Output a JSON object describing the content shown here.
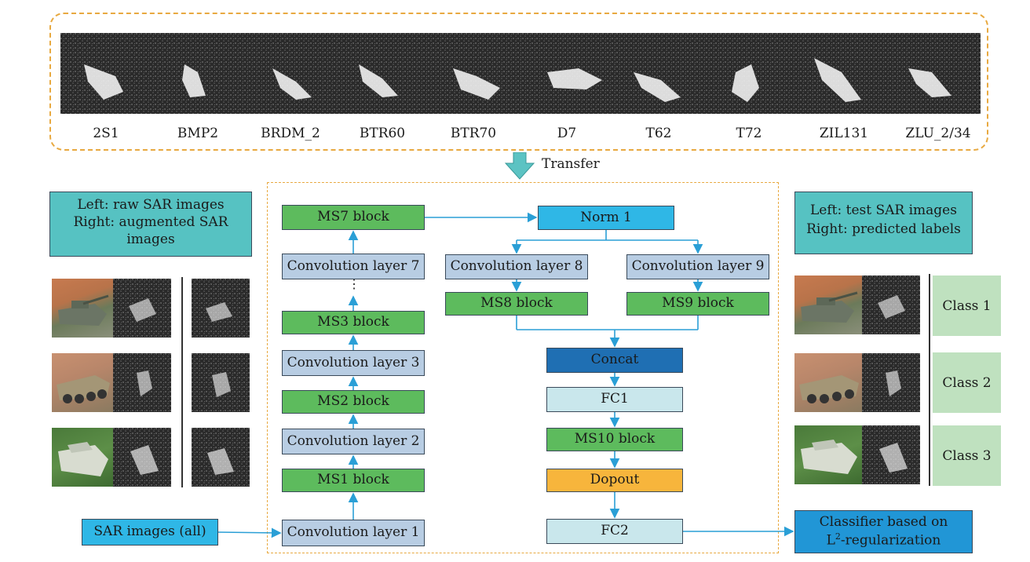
{
  "dataset": {
    "classes": [
      "2S1",
      "BMP2",
      "BRDM_2",
      "BTR60",
      "BTR70",
      "D7",
      "T62",
      "T72",
      "ZIL131",
      "ZLU_2/34"
    ]
  },
  "transfer_label": "Transfer",
  "left_panel": {
    "caption_line1": "Left: raw SAR images",
    "caption_line2": "Right: augmented SAR",
    "caption_line3": "images"
  },
  "right_panel": {
    "caption_line1": "Left: test SAR images",
    "caption_line2": "Right: predicted labels",
    "classes": [
      "Class 1",
      "Class 2",
      "Class 3"
    ]
  },
  "input_box": "SAR images (all)",
  "backbone": {
    "conv1": "Convolution layer 1",
    "ms1": "MS1 block",
    "conv2": "Convolution layer 2",
    "ms2": "MS2 block",
    "conv3": "Convolution layer 3",
    "ms3": "MS3 block",
    "ellipsis": "⋮",
    "conv7": "Convolution layer 7",
    "ms7": "MS7 block"
  },
  "head": {
    "norm1": "Norm 1",
    "conv8": "Convolution layer 8",
    "conv9": "Convolution layer 9",
    "ms8": "MS8 block",
    "ms9": "MS9 block",
    "concat": "Concat",
    "fc1": "FC1",
    "ms10": "MS10 block",
    "dropout": "Dopout",
    "fc2": "FC2"
  },
  "classifier": {
    "line1": "Classifier based on",
    "line2_prefix": "L",
    "line2_sup": "2",
    "line2_suffix": "-regularization"
  },
  "colors": {
    "green": "#5dbb5d",
    "light_blue": "#b8cde3",
    "cyan": "#2fb7e6",
    "navy": "#1f6fb3",
    "pale_cyan": "#c9e7ec",
    "orange": "#f7b53c",
    "teal": "#56c2c2",
    "arrow": "#2a9fd6",
    "dashed_frame": "#e8a940"
  }
}
